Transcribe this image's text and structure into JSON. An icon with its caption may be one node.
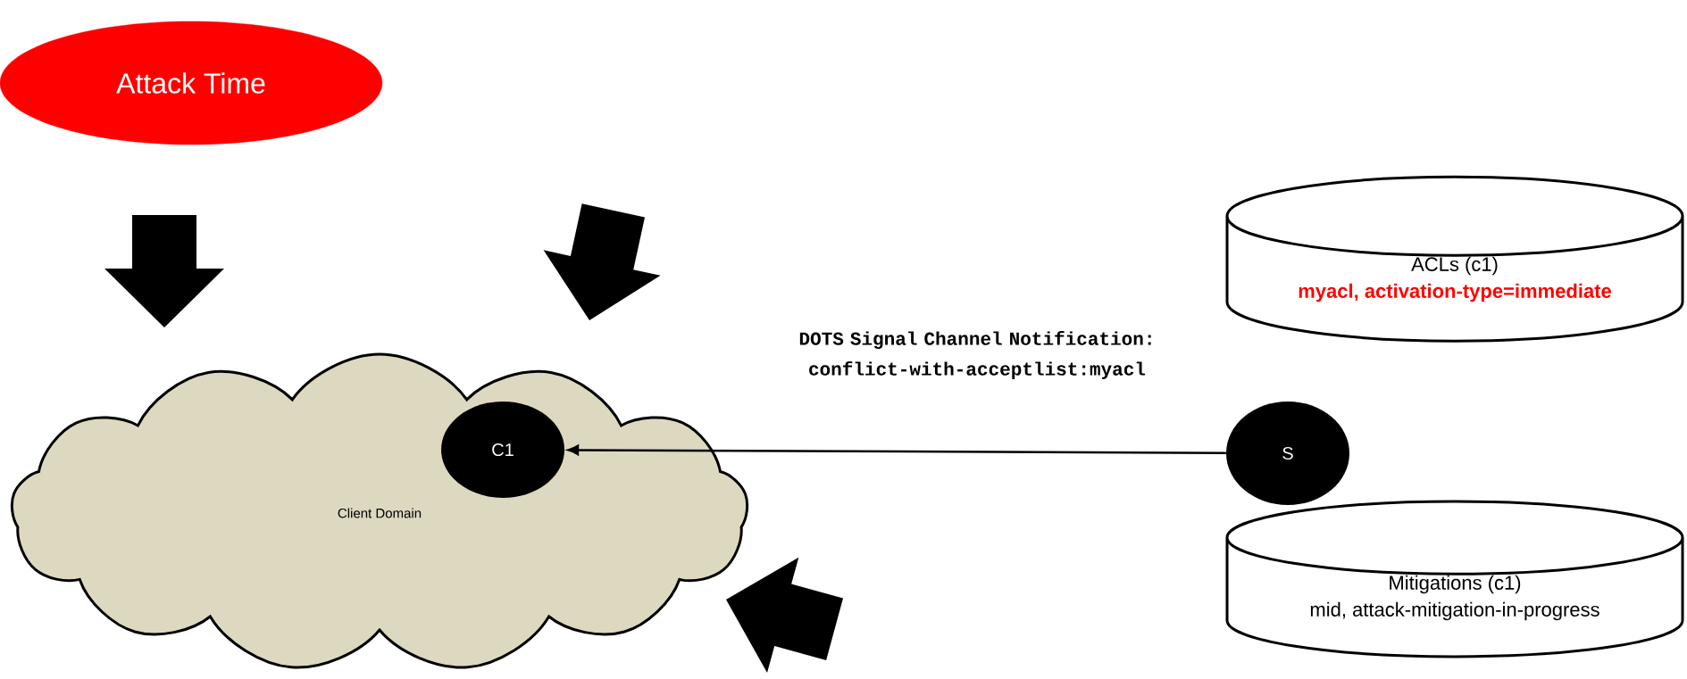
{
  "diagram": {
    "nodes": [
      {
        "text": [
          "Attack Time"
        ]
      },
      {
        "text": [
          "Client Domain"
        ]
      },
      {
        "text": [
          "C1"
        ],
        "in": 1
      },
      {
        "text": [
          "S"
        ]
      },
      {
        "text": [
          "ACLs (c1)",
          "myacl, activation-type=immediate"
        ]
      },
      {
        "text": [
          "Mitigations (c1)",
          "mid, attack-mitigation-in-progress"
        ]
      }
    ],
    "edges": [
      {
        "from": 3,
        "to": 2,
        "arrow": "to",
        "label": "DOTS Signal Channel Notification: conflict-with-acceptlist:myacl"
      }
    ]
  }
}
